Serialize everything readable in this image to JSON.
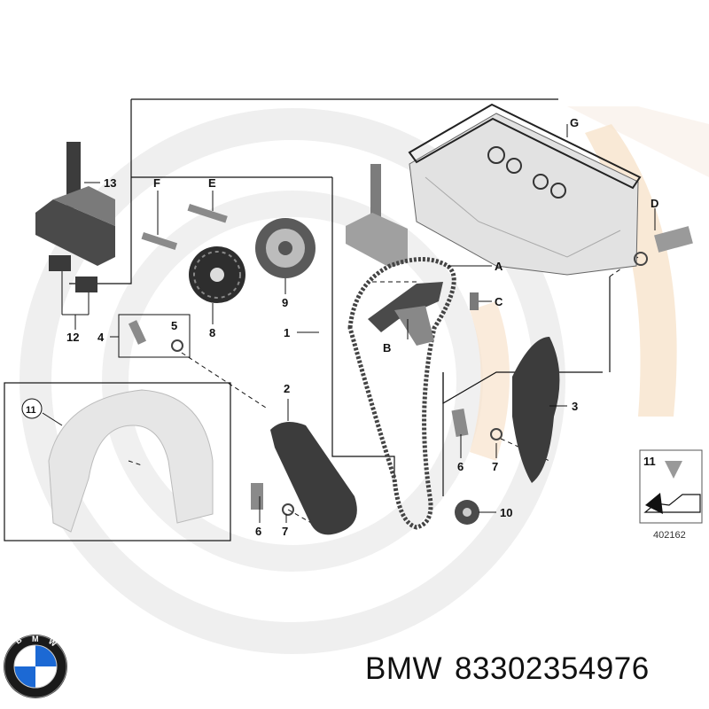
{
  "diagram": {
    "labels": {
      "a": "A",
      "b": "B",
      "c": "C",
      "d": "D",
      "e": "E",
      "f": "F",
      "g": "G",
      "n1": "1",
      "n2": "2",
      "n3": "3",
      "n4": "4",
      "n5": "5",
      "n6a": "6",
      "n6b": "6",
      "n7a": "7",
      "n7b": "7",
      "n8": "8",
      "n9": "9",
      "n10": "10",
      "n11": "11",
      "n11b": "11",
      "n12": "12",
      "n13": "13"
    },
    "figure_number": "402162"
  },
  "footer": {
    "brand": "BMW",
    "part_number": "83302354976"
  },
  "colors": {
    "watermark_gray": "#ececec",
    "watermark_peach": "#f8e6d2",
    "part_dark": "#3a3a3a",
    "part_light": "#dcdcdc",
    "line": "#111111"
  }
}
